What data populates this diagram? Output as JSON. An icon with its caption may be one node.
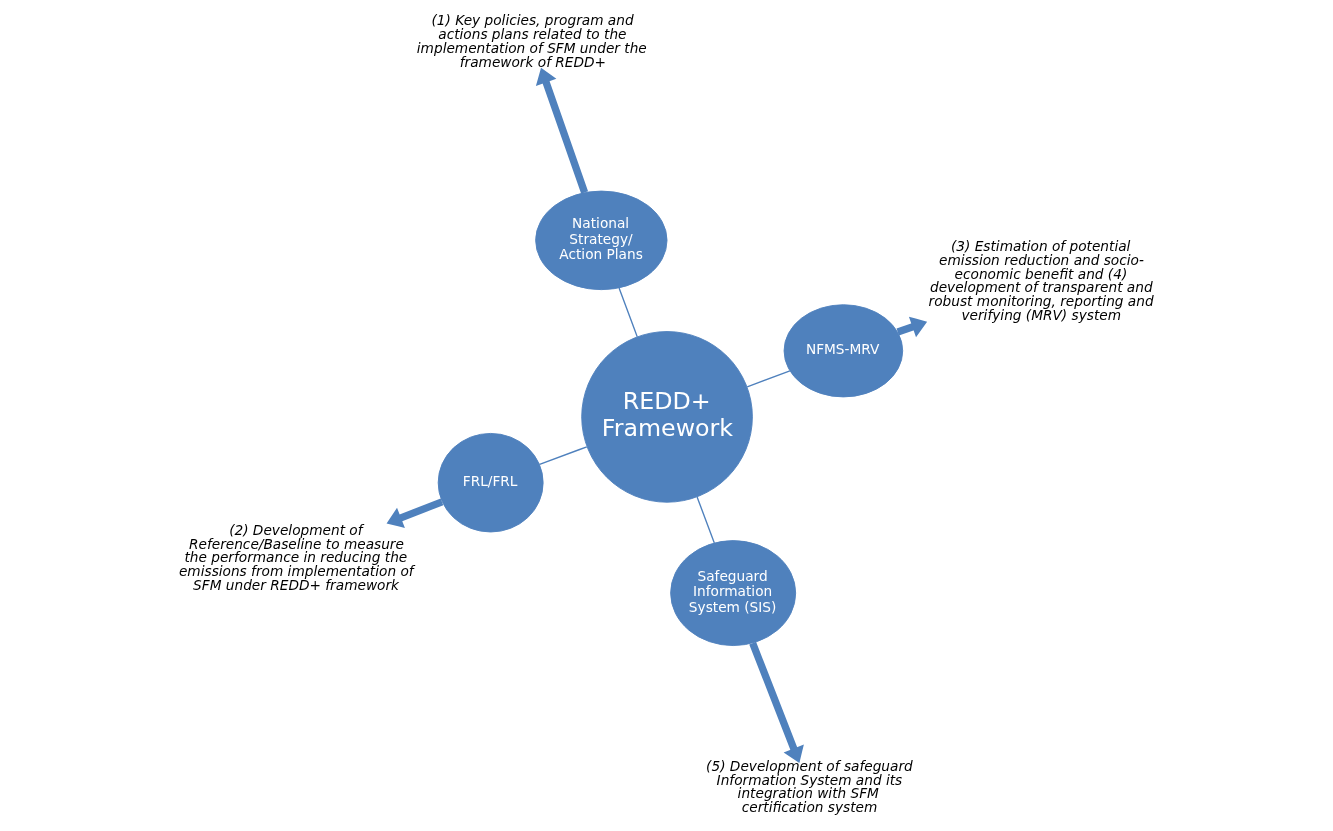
{
  "diagram": {
    "nodes": [
      {
        "text": [
          "REDD+ Framework"
        ]
      },
      {
        "text": [
          "National Strategy/ Action Plans"
        ]
      },
      {
        "text": [
          "FRL/FRL"
        ]
      },
      {
        "text": [
          "NFMS-MRV"
        ]
      },
      {
        "text": [
          "Safeguard Information System (SIS)"
        ]
      },
      {
        "text": [
          "(1) Key policies, program and actions plans related to the implementation of SFM under the framework of REDD+"
        ]
      },
      {
        "text": [
          "(2) Development of Reference/Baseline to measure the performance in reducing the emissions from implementation of SFM under REDD+ framework"
        ]
      },
      {
        "text": [
          "(3) Estimation of potential emission reduction and socio-economic benefit and (4) development of transparent and robust monitoring, reporting and verifying (MRV) system"
        ]
      },
      {
        "text": [
          "(5) Development of safeguard Information System and its integration with SFM certification system"
        ]
      }
    ],
    "edges": [
      {
        "from": 0,
        "to": 1,
        "arrow": "none"
      },
      {
        "from": 0,
        "to": 2,
        "arrow": "none"
      },
      {
        "from": 0,
        "to": 3,
        "arrow": "none"
      },
      {
        "from": 0,
        "to": 4,
        "arrow": "none"
      },
      {
        "from": 1,
        "to": 5,
        "arrow": "to",
        "style": "thick"
      },
      {
        "from": 2,
        "to": 6,
        "arrow": "to",
        "style": "thick"
      },
      {
        "from": 3,
        "to": 7,
        "arrow": "to",
        "style": "thick"
      },
      {
        "from": 4,
        "to": 8,
        "arrow": "to",
        "style": "thick"
      }
    ]
  }
}
